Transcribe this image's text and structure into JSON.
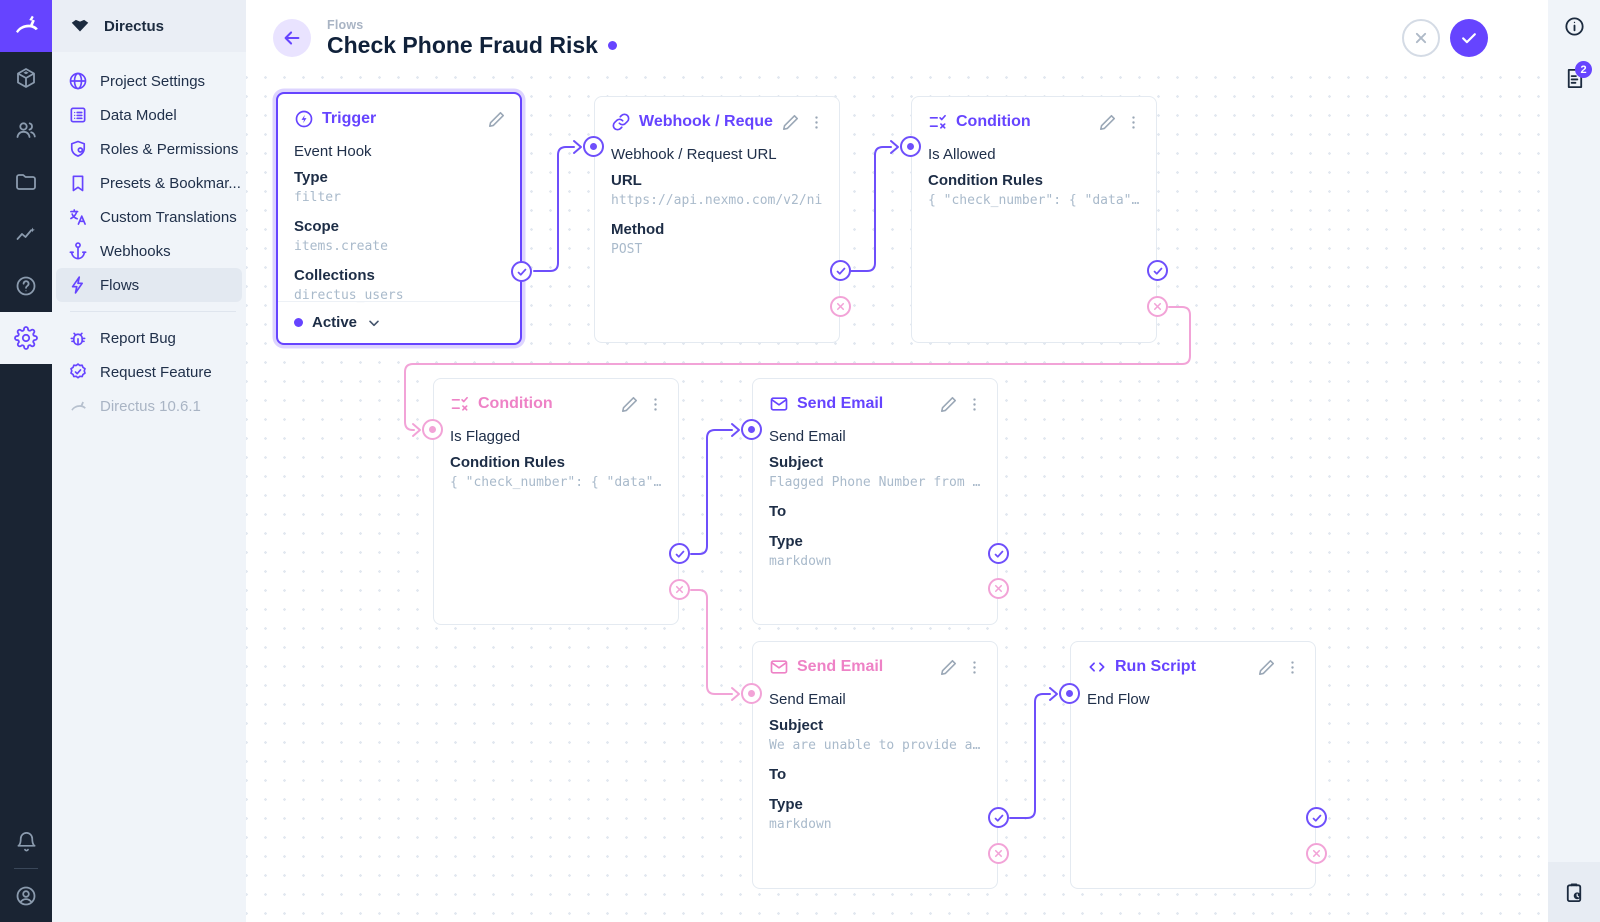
{
  "app": {
    "brand": "Directus",
    "version_label": "Directus 10.6.1"
  },
  "colors": {
    "primary": "#6644ff",
    "reject_pink": "#f2a3d7",
    "navy": "#172940"
  },
  "icons": {
    "module_bar": [
      "directus-rabbit-logo-icon",
      "cube-icon",
      "users-icon",
      "folder-icon",
      "activity-icon",
      "help-icon",
      "gear-icon",
      "bell-icon",
      "account-circle-icon"
    ],
    "right_rail": [
      "info-icon",
      "notes-icon",
      "activity-log-icon"
    ],
    "card_glyphs": [
      "bolt-circle-icon",
      "link-icon",
      "rule-icon",
      "mail-icon",
      "code-icon",
      "pencil-icon",
      "kebab-icon"
    ]
  },
  "nav": {
    "project": "Directus",
    "items": [
      {
        "label": "Project Settings"
      },
      {
        "label": "Data Model"
      },
      {
        "label": "Roles & Permissions"
      },
      {
        "label": "Presets & Bookmar..."
      },
      {
        "label": "Custom Translations"
      },
      {
        "label": "Webhooks"
      },
      {
        "label": "Flows"
      },
      {
        "label": "Report Bug"
      },
      {
        "label": "Request Feature"
      }
    ]
  },
  "header": {
    "breadcrumb": "Flows",
    "title": "Check Phone Fraud Risk"
  },
  "right_rail": {
    "notifications_count": "2"
  },
  "cards": {
    "trigger": {
      "title": "Trigger",
      "name": "Event Hook",
      "fields": [
        {
          "label": "Type",
          "value": "filter"
        },
        {
          "label": "Scope",
          "value": "items.create"
        },
        {
          "label": "Collections",
          "value": "directus_users"
        }
      ],
      "status": "Active"
    },
    "webhook": {
      "title": "Webhook / Request URL",
      "name": "Webhook / Request URL",
      "fields": [
        {
          "label": "URL",
          "value": "https://api.nexmo.com/v2/ni"
        },
        {
          "label": "Method",
          "value": "POST"
        }
      ]
    },
    "condition_allowed": {
      "title": "Condition",
      "name": "Is Allowed",
      "fields": [
        {
          "label": "Condition Rules",
          "value": "{ \"check_number\": { \"data\"…"
        }
      ]
    },
    "condition_flagged": {
      "title": "Condition",
      "name": "Is Flagged",
      "fields": [
        {
          "label": "Condition Rules",
          "value": "{ \"check_number\": { \"data\"…"
        }
      ]
    },
    "send_email_flagged": {
      "title": "Send Email",
      "name": "Send Email",
      "fields": [
        {
          "label": "Subject",
          "value": "Flagged Phone Number from …"
        },
        {
          "label": "To",
          "value": ""
        },
        {
          "label": "Type",
          "value": "markdown"
        }
      ]
    },
    "send_email_unable": {
      "title": "Send Email",
      "name": "Send Email",
      "fields": [
        {
          "label": "Subject",
          "value": "We are unable to provide a…"
        },
        {
          "label": "To",
          "value": ""
        },
        {
          "label": "Type",
          "value": "markdown"
        }
      ]
    },
    "run_script": {
      "title": "Run Script",
      "name": "End Flow",
      "fields": []
    }
  }
}
